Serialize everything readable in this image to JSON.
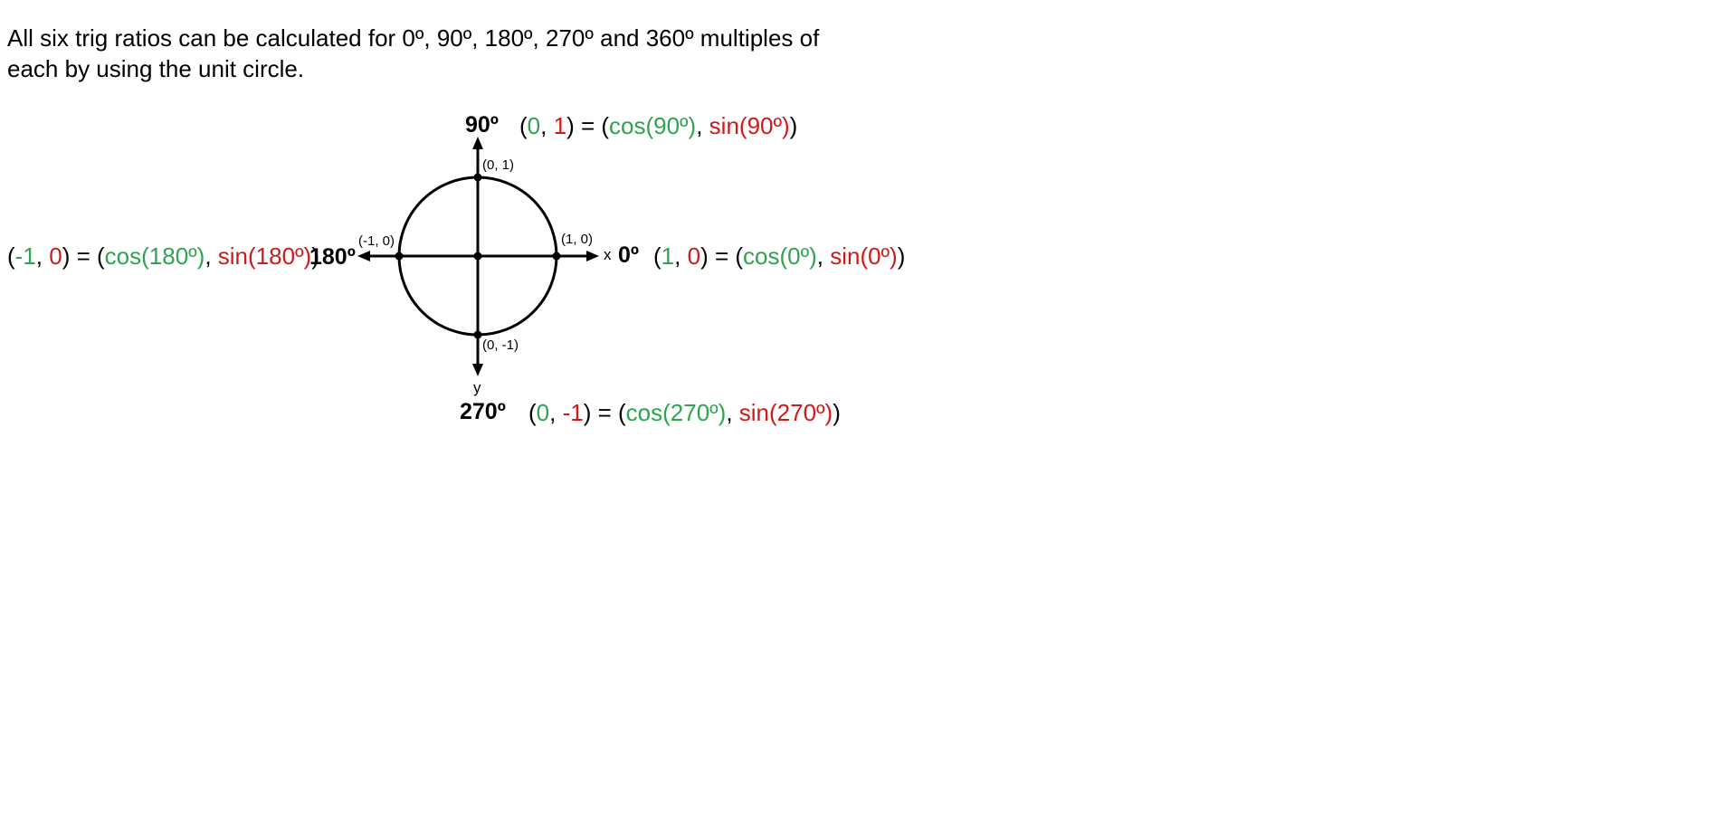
{
  "intro": {
    "line1": "All six trig ratios can be calculated for 0º, 90º, 180º, 270º and 360º multiples of",
    "line2": "each by using the unit circle."
  },
  "axes": {
    "x_label": "x",
    "y_label": "y"
  },
  "points": {
    "top": "(0, 1)",
    "right": "(1, 0)",
    "left": "(-1, 0)",
    "bottom": "(0, -1)"
  },
  "angles": {
    "a90": "90º",
    "a0": "0º",
    "a180": "180º",
    "a270": "270º"
  },
  "equations": {
    "top": {
      "open": "(",
      "c": "0",
      "sep": ", ",
      "s": "1",
      "mid": ") = (",
      "cos": "cos(90º)",
      "sep2": ", ",
      "sin": "sin(90º)",
      "close": ")"
    },
    "right": {
      "open": "(",
      "c": "1",
      "sep": ", ",
      "s": "0",
      "mid": ") = (",
      "cos": "cos(0º)",
      "sep2": ", ",
      "sin": "sin(0º)",
      "close": ")"
    },
    "left": {
      "open": "(",
      "c": "-1",
      "sep": ", ",
      "s": "0",
      "mid": ") = (",
      "cos": "cos(180º)",
      "sep2": ", ",
      "sin": "sin(180º)",
      "close": ")"
    },
    "bottom": {
      "open": "(",
      "c": "0",
      "sep": ", ",
      "s": "-1",
      "mid": ") = (",
      "cos": "cos(270º)",
      "sep2": ", ",
      "sin": "sin(270º)",
      "close": ")"
    }
  },
  "colors": {
    "cos": "#2ea44f",
    "sin": "#d01a1a",
    "ink": "#000000"
  }
}
